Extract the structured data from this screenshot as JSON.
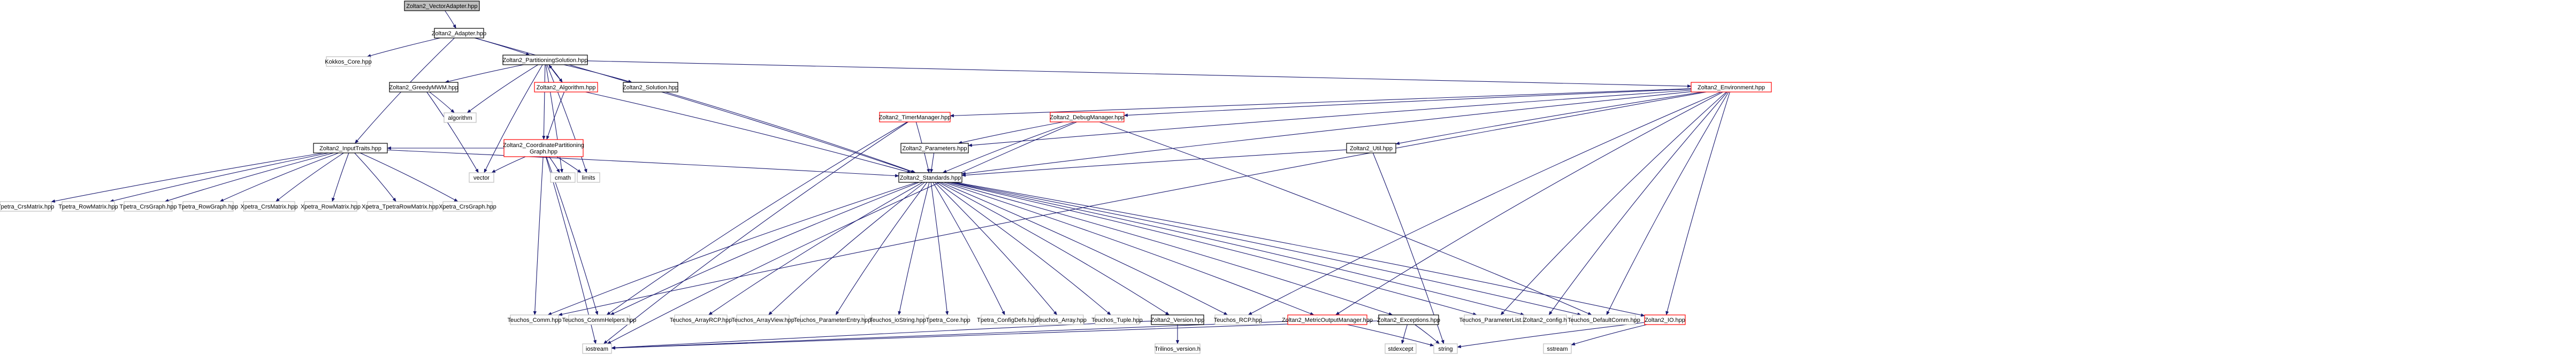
{
  "diagram": {
    "nodes": [
      {
        "id": "vector_adapter",
        "label": "Zoltan2_VectorAdapter.hpp",
        "style": "root"
      },
      {
        "id": "adapter",
        "label": "Zoltan2_Adapter.hpp",
        "style": "normal"
      },
      {
        "id": "kokkos_core",
        "label": "Kokkos_Core.hpp",
        "style": "gray"
      },
      {
        "id": "partitioning_solution",
        "label": "Zoltan2_PartitioningSolution.hpp",
        "style": "normal"
      },
      {
        "id": "environment",
        "label": "Zoltan2_Environment.hpp",
        "style": "red"
      },
      {
        "id": "greedy_mwm",
        "label": "Zoltan2_GreedyMWM.hpp",
        "style": "normal"
      },
      {
        "id": "algorithm_hpp",
        "label": "Zoltan2_Algorithm.hpp",
        "style": "red"
      },
      {
        "id": "solution",
        "label": "Zoltan2_Solution.hpp",
        "style": "normal"
      },
      {
        "id": "algorithm",
        "label": "algorithm",
        "style": "gray"
      },
      {
        "id": "coord_graph",
        "label": [
          "Zoltan2_CoordinatePartitioning",
          "Graph.hpp"
        ],
        "style": "red"
      },
      {
        "id": "vector",
        "label": "vector",
        "style": "gray"
      },
      {
        "id": "cmath",
        "label": "cmath",
        "style": "gray"
      },
      {
        "id": "limits",
        "label": "limits",
        "style": "gray"
      },
      {
        "id": "timer_manager",
        "label": "Zoltan2_TimerManager.hpp",
        "style": "red"
      },
      {
        "id": "debug_manager",
        "label": "Zoltan2_DebugManager.hpp",
        "style": "red"
      },
      {
        "id": "parameters",
        "label": "Zoltan2_Parameters.hpp",
        "style": "normal"
      },
      {
        "id": "util",
        "label": "Zoltan2_Util.hpp",
        "style": "normal"
      },
      {
        "id": "input_traits",
        "label": "Zoltan2_InputTraits.hpp",
        "style": "normal"
      },
      {
        "id": "standards",
        "label": "Zoltan2_Standards.hpp",
        "style": "normal"
      },
      {
        "id": "tpetra_crsmatrix",
        "label": "Tpetra_CrsMatrix.hpp",
        "style": "gray"
      },
      {
        "id": "tpetra_rowmatrix",
        "label": "Tpetra_RowMatrix.hpp",
        "style": "gray"
      },
      {
        "id": "tpetra_crsgraph",
        "label": "Tpetra_CrsGraph.hpp",
        "style": "gray"
      },
      {
        "id": "tpetra_rowgraph",
        "label": "Tpetra_RowGraph.hpp",
        "style": "gray"
      },
      {
        "id": "xpetra_crsmatrix",
        "label": "Xpetra_CrsMatrix.hpp",
        "style": "gray"
      },
      {
        "id": "xpetra_rowmatrix",
        "label": "Xpetra_RowMatrix.hpp",
        "style": "gray"
      },
      {
        "id": "xpetra_tpetrarowmatrix",
        "label": "Xpetra_TpetraRowMatrix.hpp",
        "style": "gray"
      },
      {
        "id": "xpetra_crsgraph",
        "label": "Xpetra_CrsGraph.hpp",
        "style": "gray"
      },
      {
        "id": "teuchos_comm",
        "label": "Teuchos_Comm.hpp",
        "style": "gray"
      },
      {
        "id": "teuchos_commhelpers",
        "label": "Teuchos_CommHelpers.hpp",
        "style": "gray"
      },
      {
        "id": "teuchos_arrayrcp",
        "label": "Teuchos_ArrayRCP.hpp",
        "style": "gray"
      },
      {
        "id": "teuchos_arrayview",
        "label": "Teuchos_ArrayView.hpp",
        "style": "gray"
      },
      {
        "id": "teuchos_parameterentry",
        "label": "Teuchos_ParameterEntry.hpp",
        "style": "gray"
      },
      {
        "id": "teuchos_iostring",
        "label": "Teuchos_ioString.hpp",
        "style": "gray"
      },
      {
        "id": "tpetra_core",
        "label": "Tpetra_Core.hpp",
        "style": "gray"
      },
      {
        "id": "tpetra_configdefs",
        "label": "Tpetra_ConfigDefs.hpp",
        "style": "gray"
      },
      {
        "id": "teuchos_array",
        "label": "Teuchos_Array.hpp",
        "style": "gray"
      },
      {
        "id": "teuchos_tuple",
        "label": "Teuchos_Tuple.hpp",
        "style": "gray"
      },
      {
        "id": "zoltan2_version",
        "label": "Zoltan2_Version.hpp",
        "style": "normal"
      },
      {
        "id": "teuchos_rcp",
        "label": "Teuchos_RCP.hpp",
        "style": "gray"
      },
      {
        "id": "metric_output",
        "label": "Zoltan2_MetricOutputManager.hpp",
        "style": "red"
      },
      {
        "id": "exceptions",
        "label": "Zoltan2_Exceptions.hpp",
        "style": "normal"
      },
      {
        "id": "teuchos_parameterlist",
        "label": "Teuchos_ParameterList.hpp",
        "style": "gray"
      },
      {
        "id": "zoltan2_config",
        "label": "Zoltan2_config.h",
        "style": "gray"
      },
      {
        "id": "teuchos_defaultcomm",
        "label": "Teuchos_DefaultComm.hpp",
        "style": "gray"
      },
      {
        "id": "io_hpp",
        "label": "Zoltan2_IO.hpp",
        "style": "red"
      },
      {
        "id": "trilinos_version",
        "label": "Trilinos_version.h",
        "style": "gray"
      },
      {
        "id": "iostream",
        "label": "iostream",
        "style": "gray"
      },
      {
        "id": "stdexcept",
        "label": "stdexcept",
        "style": "gray"
      },
      {
        "id": "string",
        "label": "string",
        "style": "gray"
      },
      {
        "id": "sstream",
        "label": "sstream",
        "style": "gray"
      }
    ],
    "edges": [
      [
        "vector_adapter",
        "adapter"
      ],
      [
        "adapter",
        "kokkos_core"
      ],
      [
        "adapter",
        "partitioning_solution"
      ],
      [
        "adapter",
        "input_traits"
      ],
      [
        "adapter",
        "standards"
      ],
      [
        "partitioning_solution",
        "environment"
      ],
      [
        "partitioning_solution",
        "greedy_mwm"
      ],
      [
        "partitioning_solution",
        "algorithm_hpp"
      ],
      [
        "partitioning_solution",
        "solution"
      ],
      [
        "partitioning_solution",
        "coord_graph"
      ],
      [
        "partitioning_solution",
        "algorithm"
      ],
      [
        "partitioning_solution",
        "vector"
      ],
      [
        "partitioning_solution",
        "cmath"
      ],
      [
        "partitioning_solution",
        "limits"
      ],
      [
        "algorithm_hpp",
        "partitioning_solution"
      ],
      [
        "algorithm_hpp",
        "coord_graph"
      ],
      [
        "algorithm_hpp",
        "standards"
      ],
      [
        "greedy_mwm",
        "algorithm"
      ],
      [
        "greedy_mwm",
        "vector"
      ],
      [
        "solution",
        "standards"
      ],
      [
        "coord_graph",
        "input_traits"
      ],
      [
        "coord_graph",
        "vector"
      ],
      [
        "coord_graph",
        "cmath"
      ],
      [
        "coord_graph",
        "limits"
      ],
      [
        "coord_graph",
        "teuchos_comm"
      ],
      [
        "coord_graph",
        "teuchos_commhelpers"
      ],
      [
        "coord_graph",
        "iostream"
      ],
      [
        "environment",
        "timer_manager"
      ],
      [
        "environment",
        "debug_manager"
      ],
      [
        "environment",
        "parameters"
      ],
      [
        "environment",
        "util"
      ],
      [
        "environment",
        "teuchos_comm"
      ],
      [
        "environment",
        "teuchos_rcp"
      ],
      [
        "environment",
        "metric_output"
      ],
      [
        "environment",
        "teuchos_parameterlist"
      ],
      [
        "environment",
        "zoltan2_config"
      ],
      [
        "environment",
        "teuchos_defaultcomm"
      ],
      [
        "environment",
        "io_hpp"
      ],
      [
        "environment",
        "standards"
      ],
      [
        "timer_manager",
        "standards"
      ],
      [
        "timer_manager",
        "iostream"
      ],
      [
        "timer_manager",
        "teuchos_commhelpers"
      ],
      [
        "debug_manager",
        "parameters"
      ],
      [
        "debug_manager",
        "standards"
      ],
      [
        "debug_manager",
        "iostream"
      ],
      [
        "debug_manager",
        "teuchos_defaultcomm"
      ],
      [
        "parameters",
        "standards"
      ],
      [
        "util",
        "standards"
      ],
      [
        "util",
        "string"
      ],
      [
        "input_traits",
        "standards"
      ],
      [
        "input_traits",
        "tpetra_crsmatrix"
      ],
      [
        "input_traits",
        "tpetra_rowmatrix"
      ],
      [
        "input_traits",
        "tpetra_crsgraph"
      ],
      [
        "input_traits",
        "tpetra_rowgraph"
      ],
      [
        "input_traits",
        "xpetra_crsmatrix"
      ],
      [
        "input_traits",
        "xpetra_rowmatrix"
      ],
      [
        "input_traits",
        "xpetra_tpetrarowmatrix"
      ],
      [
        "input_traits",
        "xpetra_crsgraph"
      ],
      [
        "standards",
        "teuchos_comm"
      ],
      [
        "standards",
        "teuchos_commhelpers"
      ],
      [
        "standards",
        "teuchos_arrayrcp"
      ],
      [
        "standards",
        "teuchos_arrayview"
      ],
      [
        "standards",
        "teuchos_parameterentry"
      ],
      [
        "standards",
        "teuchos_iostring"
      ],
      [
        "standards",
        "tpetra_core"
      ],
      [
        "standards",
        "tpetra_configdefs"
      ],
      [
        "standards",
        "teuchos_array"
      ],
      [
        "standards",
        "teuchos_tuple"
      ],
      [
        "standards",
        "zoltan2_version"
      ],
      [
        "standards",
        "teuchos_rcp"
      ],
      [
        "standards",
        "metric_output"
      ],
      [
        "standards",
        "exceptions"
      ],
      [
        "standards",
        "teuchos_parameterlist"
      ],
      [
        "standards",
        "zoltan2_config"
      ],
      [
        "standards",
        "teuchos_defaultcomm"
      ],
      [
        "standards",
        "io_hpp"
      ],
      [
        "zoltan2_version",
        "trilinos_version"
      ],
      [
        "zoltan2_version",
        "iostream"
      ],
      [
        "exceptions",
        "iostream"
      ],
      [
        "exceptions",
        "stdexcept"
      ],
      [
        "exceptions",
        "string"
      ],
      [
        "metric_output",
        "string"
      ],
      [
        "metric_output",
        "iostream"
      ],
      [
        "io_hpp",
        "sstream"
      ],
      [
        "io_hpp",
        "string"
      ]
    ]
  }
}
